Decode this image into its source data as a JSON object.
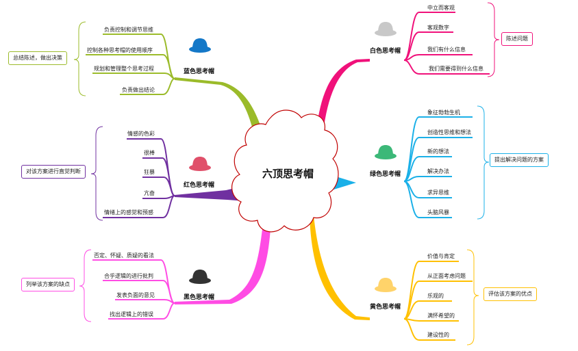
{
  "center": {
    "title": "六顶思考帽"
  },
  "colors": {
    "blue": "#9BBB2A",
    "blue_hat": "#1478C8",
    "red": "#7030A0",
    "red_hat": "#E0506A",
    "black": "#FF4CE4",
    "black_hat": "#333333",
    "white": "#F0117A",
    "white_hat": "#C8C8C8",
    "green": "#1AB0E8",
    "green_hat": "#3CB878",
    "yellow": "#FFC000",
    "yellow_hat": "#FFD36A",
    "center_border": "#C00000"
  },
  "branches": {
    "blue": {
      "label": "蓝色思考帽",
      "hat_icon": "hat-icon",
      "items": [
        "负责控制和调节思维",
        "控制各种思考帽的使用顺序",
        "规划和管理整个思考过程",
        "负责做出结论"
      ],
      "summary": "总结陈述，做出决策"
    },
    "red": {
      "label": "红色思考帽",
      "hat_icon": "hat-icon",
      "items": [
        "情感的色彩",
        "很棒",
        "狂暴",
        "亢奋",
        "情绪上的感觉和预感"
      ],
      "summary": "对该方案进行直觉判断"
    },
    "black": {
      "label": "黑色思考帽",
      "hat_icon": "hat-icon",
      "items": [
        "否定、怀疑、质疑的看法",
        "合乎逻辑的进行批判",
        "发表负面的意见",
        "找出逻辑上的错误"
      ],
      "summary": "列举该方案的缺点"
    },
    "white": {
      "label": "白色思考帽",
      "hat_icon": "hat-icon",
      "items": [
        "中立而客观",
        "客观数字",
        "我们有什么信息",
        "我们需要得到什么信息"
      ],
      "summary": "陈述问题"
    },
    "green": {
      "label": "绿色思考帽",
      "hat_icon": "hat-icon",
      "items": [
        "象征勃勃生机",
        "创造性思维和想法",
        "新的想法",
        "解决办法",
        "求异思维",
        "头脑风暴"
      ],
      "summary": "提出解决问题的方案"
    },
    "yellow": {
      "label": "黄色思考帽",
      "hat_icon": "hat-icon",
      "items": [
        "价值与肯定",
        "从正面考虑问题",
        "乐观的",
        "满怀希望的",
        "建设性的"
      ],
      "summary": "评估该方案的优点"
    }
  }
}
